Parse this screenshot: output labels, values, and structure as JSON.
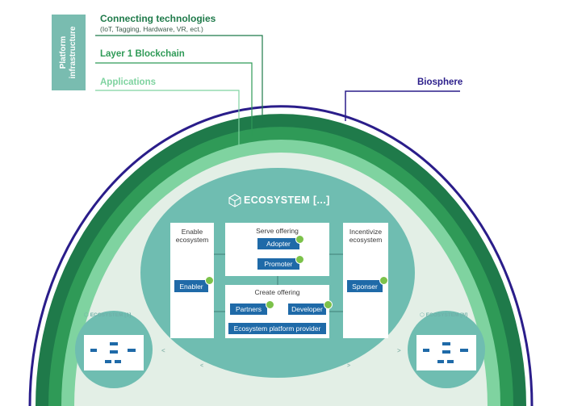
{
  "platform_infrastructure": {
    "line1": "Platform",
    "line2": "infrastructure"
  },
  "layers": {
    "connecting": {
      "title": "Connecting technologies",
      "subtitle": "(IoT, Tagging, Hardware, VR, ect.)"
    },
    "blockchain": {
      "title": "Layer 1 Blockchain"
    },
    "applications": {
      "title": "Applications"
    },
    "biosphere": {
      "title": "Biosphere"
    }
  },
  "colors": {
    "biosphere_line": "#2a1d8a",
    "ring_dark": "#1f7a4a",
    "ring_mid": "#2f9a57",
    "ring_light": "#7fd3a0",
    "inner_bg": "#e3efe6",
    "ecosystem_teal": "#6fbdb1",
    "role_blue": "#1f6aa8",
    "badge_green": "#7cc24a"
  },
  "ecosystem": {
    "title": "ECOSYSTEM [...]",
    "enable": {
      "title": "Enable ecosystem",
      "role": "Enabler"
    },
    "serve": {
      "title": "Serve offering",
      "roles": [
        "Adopter",
        "Promoter"
      ]
    },
    "create": {
      "title": "Create offering",
      "roles": [
        "Partners",
        "Developer"
      ],
      "provider": "Ecosystem platform provider"
    },
    "incentivize": {
      "title": "Incentivize ecosystem",
      "role": "Sponser"
    }
  },
  "side_ecosystems": {
    "left": "ECOSYSTEM [1]",
    "right": "ECOSYSTEM [N]"
  }
}
